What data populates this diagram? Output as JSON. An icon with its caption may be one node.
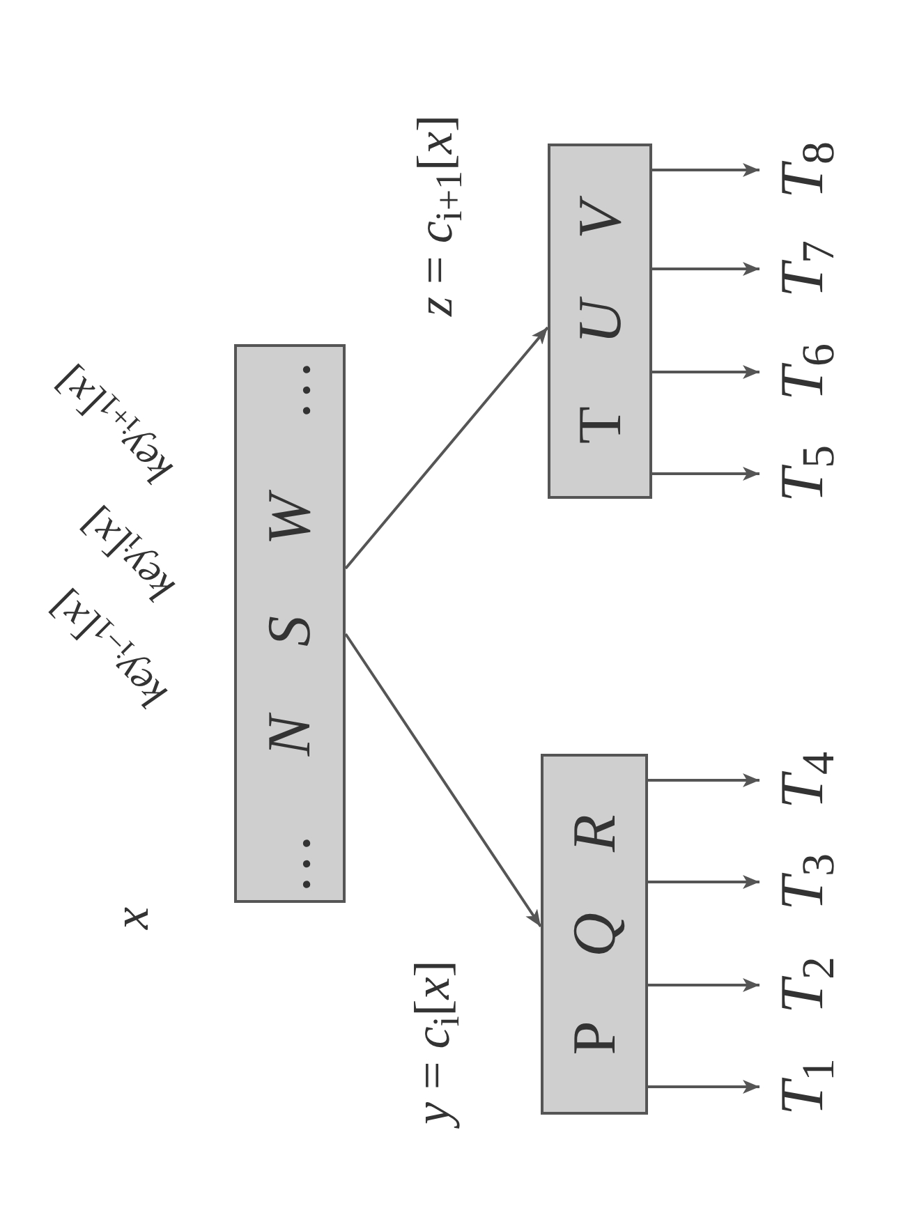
{
  "diagram": {
    "nodes": [
      {
        "text": [
          "…",
          "N",
          "S",
          "W",
          "…"
        ],
        "beside": [
          "*x*"
        ]
      },
      {
        "text": [
          "P",
          "Q",
          "R"
        ],
        "beside": [
          "*y* = *c*$_{i}$[*x*]"
        ]
      },
      {
        "text": [
          "T",
          "U",
          "V"
        ],
        "beside": [
          "*z* = *c*$_{i+1}$[*x*]"
        ]
      },
      {
        "text": [
          "*T*$_{1}$"
        ]
      },
      {
        "text": [
          "*T*$_{2}$"
        ]
      },
      {
        "text": [
          "*T*$_{3}$"
        ]
      },
      {
        "text": [
          "*T*$_{4}$"
        ]
      },
      {
        "text": [
          "*T*$_{5}$"
        ]
      },
      {
        "text": [
          "*T*$_{6}$"
        ]
      },
      {
        "text": [
          "*T*$_{7}$"
        ]
      },
      {
        "text": [
          "*T*$_{8}$"
        ]
      }
    ],
    "edges": [
      {
        "from": 0,
        "to": 1,
        "arrow": "to"
      },
      {
        "from": 0,
        "to": 2,
        "arrow": "to"
      },
      {
        "from": 1,
        "to": 3,
        "arrow": "to"
      },
      {
        "from": 1,
        "to": 4,
        "arrow": "to"
      },
      {
        "from": 1,
        "to": 5,
        "arrow": "to"
      },
      {
        "from": 1,
        "to": 6,
        "arrow": "to"
      },
      {
        "from": 2,
        "to": 7,
        "arrow": "to"
      },
      {
        "from": 2,
        "to": 8,
        "arrow": "to"
      },
      {
        "from": 2,
        "to": 9,
        "arrow": "to"
      },
      {
        "from": 2,
        "to": 10,
        "arrow": "to"
      }
    ],
    "labels": [
      "*key*$_{i−1}$[*x*]",
      "*key*$_{i}$[*x*]",
      "*key*$_{i+1}$[*x*]"
    ]
  }
}
